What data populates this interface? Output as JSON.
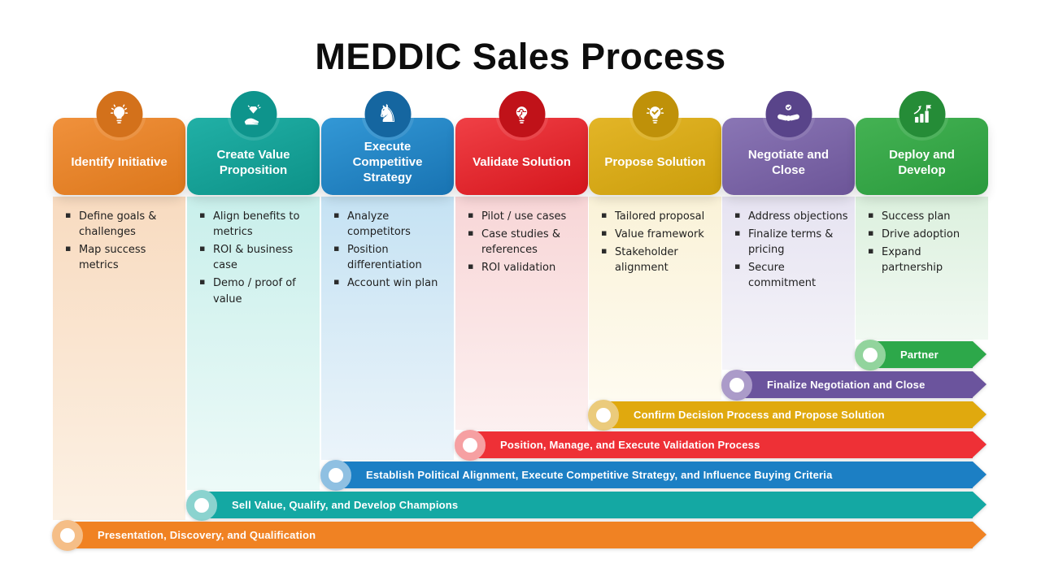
{
  "title": "MEDDIC Sales Process",
  "columns": [
    {
      "title": "Identify Initiative",
      "icon": "bulb-icon",
      "color": "#E8821F",
      "bullets": [
        "Define goals & challenges",
        "Map success metrics"
      ]
    },
    {
      "title": "Create Value Proposition",
      "icon": "hand-diamond-icon",
      "color": "#16A9A2",
      "bullets": [
        "Align benefits to metrics",
        "ROI & business case",
        "Demo / proof of value"
      ]
    },
    {
      "title": "Execute Competitive Strategy",
      "icon": "chess-knight-icon",
      "color": "#1C80C4",
      "bullets": [
        "Analyze competitors",
        "Position differentiation",
        "Account win plan"
      ]
    },
    {
      "title": "Validate Solution",
      "icon": "puzzle-bulb-icon",
      "color": "#E2252B",
      "bullets": [
        "Pilot / use cases",
        "Case studies & references",
        "ROI validation"
      ]
    },
    {
      "title": "Propose Solution",
      "icon": "bulb-check-icon",
      "color": "#D8A70E",
      "bullets": [
        "Tailored proposal",
        "Value framework",
        "Stakeholder alignment"
      ]
    },
    {
      "title": "Negotiate and Close",
      "icon": "handshake-icon",
      "color": "#77619F",
      "bullets": [
        "Address objections",
        "Finalize terms & pricing",
        "Secure commitment"
      ]
    },
    {
      "title": "Deploy and Develop",
      "icon": "growth-chart-icon",
      "color": "#31A445",
      "bullets": [
        "Success plan",
        "Drive adoption",
        "Expand partnership"
      ]
    }
  ],
  "arrows": [
    {
      "label": "Presentation, Discovery, and Qualification",
      "color": "#F08223"
    },
    {
      "label": "Sell Value, Qualify, and Develop Champions",
      "color": "#14A8A3"
    },
    {
      "label": "Establish Political Alignment, Execute Competitive Strategy, and Influence Buying Criteria",
      "color": "#1C7FC4"
    },
    {
      "label": "Position, Manage, and Execute Validation Process",
      "color": "#EE3036"
    },
    {
      "label": "Confirm Decision Process and Propose Solution",
      "color": "#E0A90E"
    },
    {
      "label": "Finalize Negotiation and Close",
      "color": "#6B549D"
    },
    {
      "label": "Partner",
      "color": "#2DA84A"
    }
  ]
}
